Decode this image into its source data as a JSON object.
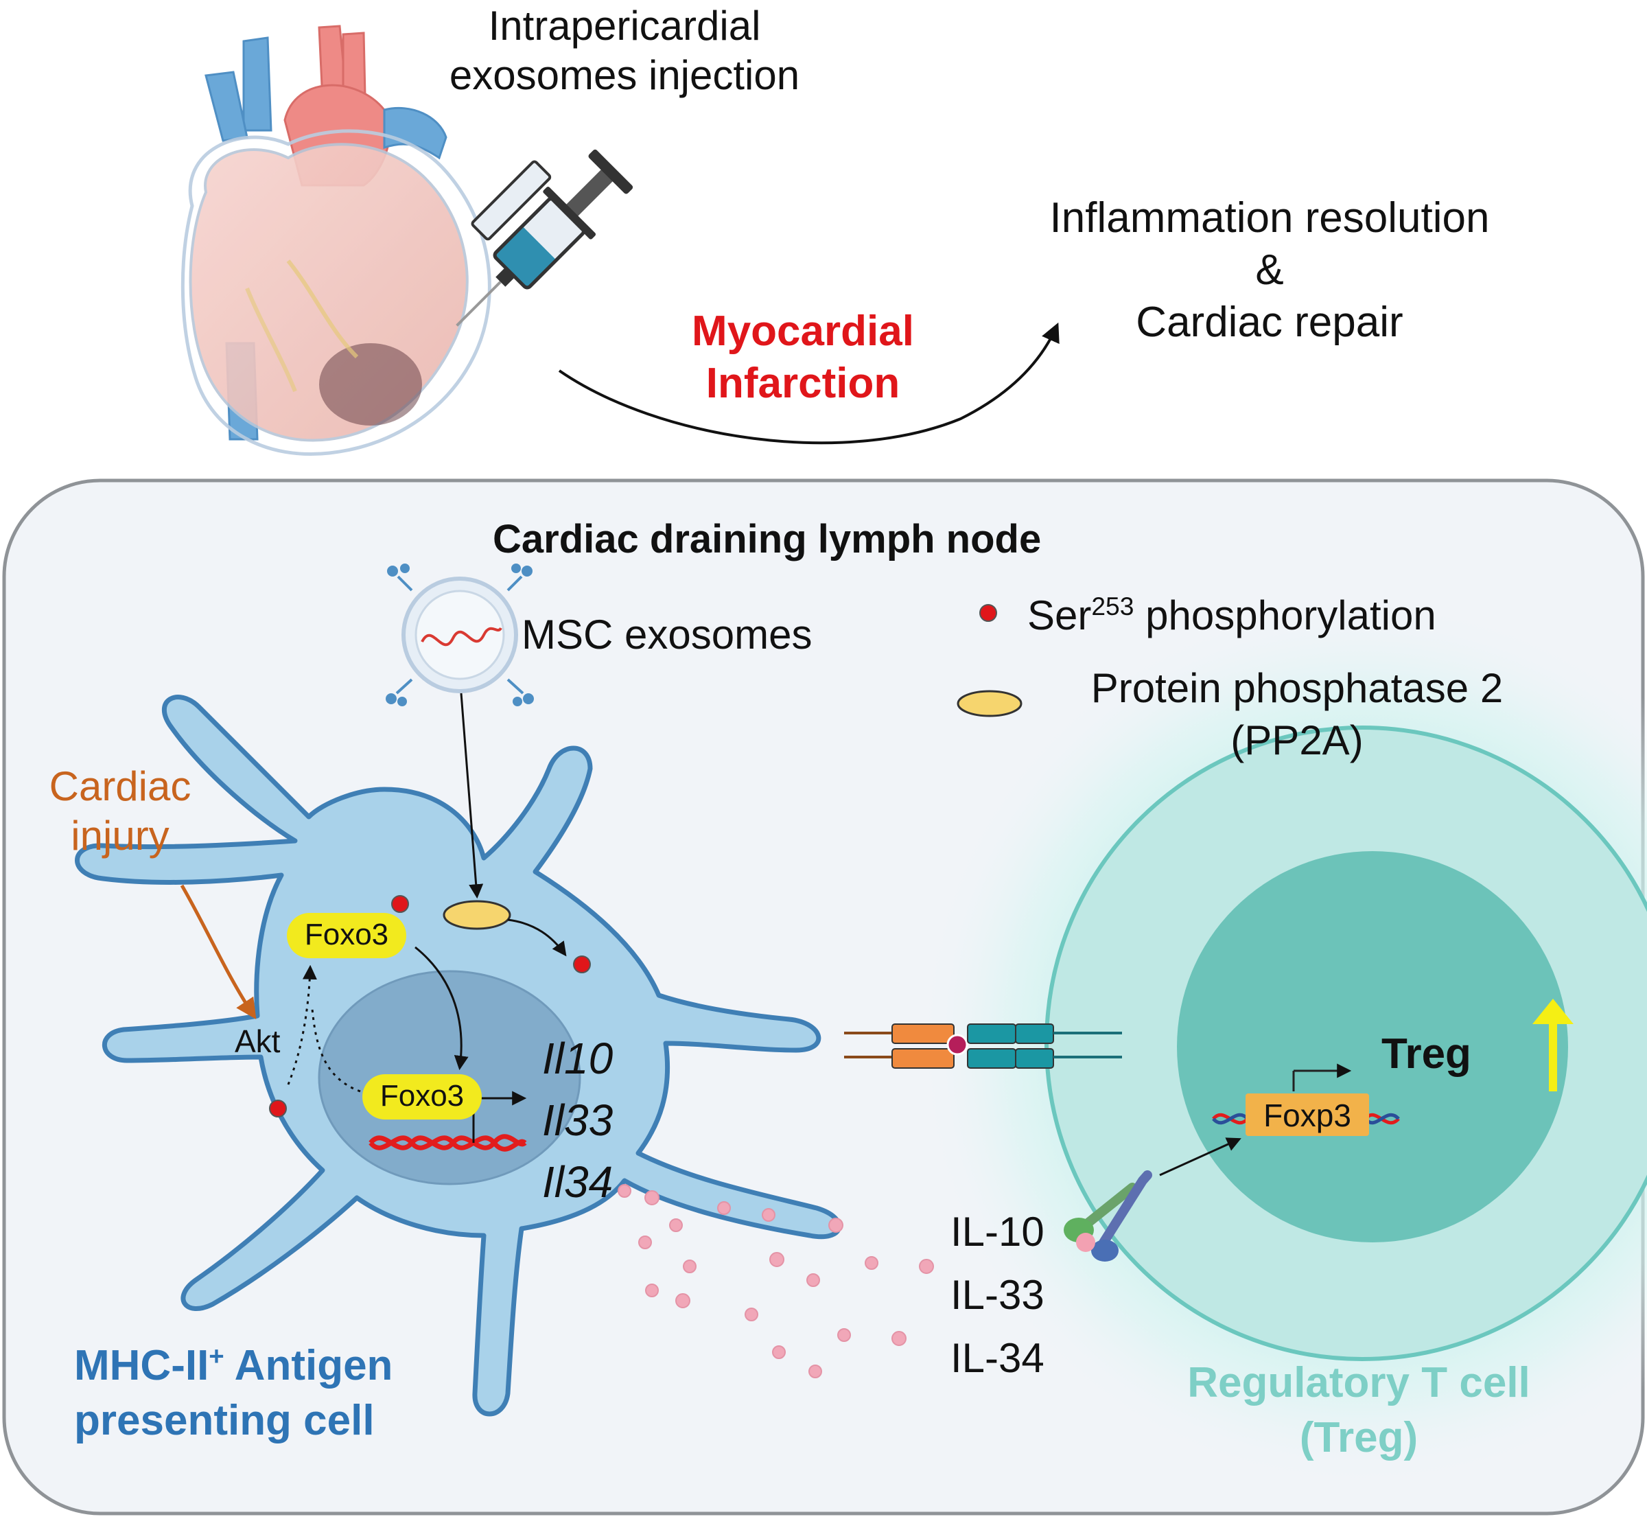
{
  "top": {
    "injection_label": [
      "Intrapericardial",
      "exosomes injection"
    ],
    "event_label": [
      "Myocardial",
      "Infarction"
    ],
    "outcome_label": [
      "Inflammation resolution",
      "&",
      "Cardiac repair"
    ]
  },
  "panel": {
    "title": "Cardiac draining lymph node",
    "exosome_label": "MSC exosomes",
    "legend": {
      "phospho_prefix": "Ser",
      "phospho_sup": "253",
      "phospho_suffix": " phosphorylation",
      "pp2a": [
        "Protein phosphatase 2",
        "(PP2A)"
      ]
    },
    "injury_label": [
      "Cardiac",
      "injury"
    ],
    "akt_label": "Akt",
    "foxo3_cytoplasm": "Foxo3",
    "foxo3_nucleus": "Foxo3",
    "genes": [
      "Il10",
      "Il33",
      "Il34"
    ],
    "cytokines": [
      "IL-10",
      "IL-33",
      "IL-34"
    ],
    "apc_label": [
      "MHC-II",
      "+",
      " Antigen",
      "presenting cell"
    ],
    "treg_inner_label": "Treg",
    "foxp3_label": "Foxp3",
    "treg_label": [
      "Regulatory T cell",
      "(Treg)"
    ]
  },
  "colors": {
    "event_red": "#e0161a",
    "injury_orange": "#c8641e",
    "apc_blue": "#2e74b5",
    "treg_teal": "#7ecfc6",
    "cell_fill": "#a9d2ea",
    "foxo3_yellow": "#f2ea1e",
    "pp2a_yellow": "#f6d56e",
    "foxp3_orange": "#f2b24a",
    "up_arrow": "#f5ef14"
  },
  "icons": [
    "heart-illustration",
    "syringe-icon",
    "exosome-icon",
    "up-arrow-icon",
    "dna-icon",
    "receptor-icon"
  ]
}
